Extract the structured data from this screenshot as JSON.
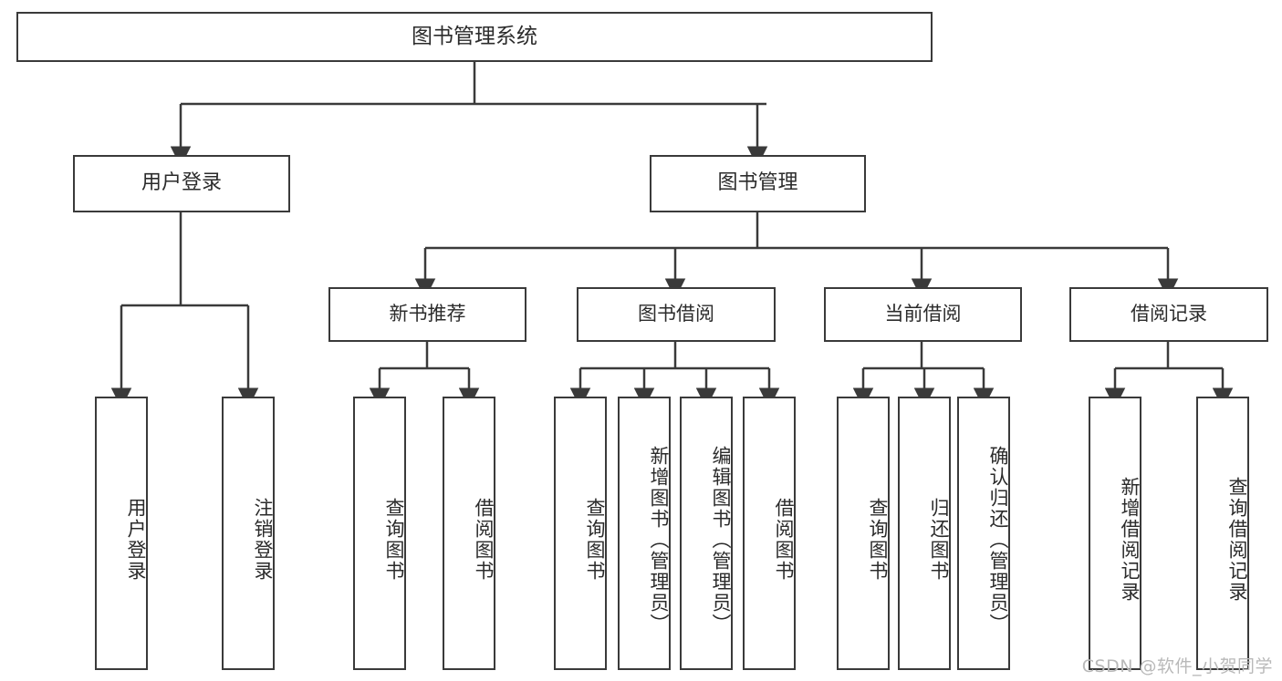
{
  "diagram": {
    "type": "tree",
    "title": "图书管理系统",
    "root": {
      "label": "图书管理系统"
    },
    "level2": [
      {
        "label": "用户登录"
      },
      {
        "label": "图书管理"
      }
    ],
    "level3": [
      {
        "label": "新书推荐"
      },
      {
        "label": "图书借阅"
      },
      {
        "label": "当前借阅"
      },
      {
        "label": "借阅记录"
      }
    ],
    "leaves": {
      "user_login": [
        {
          "label": "用户登录"
        },
        {
          "label": "注销登录"
        }
      ],
      "new_book_recommend": [
        {
          "label": "查询图书"
        },
        {
          "label": "借阅图书"
        }
      ],
      "book_borrow": [
        {
          "label": "查询图书"
        },
        {
          "label": "新增图书（管理员）"
        },
        {
          "label": "编辑图书（管理员）"
        },
        {
          "label": "借阅图书"
        }
      ],
      "current_borrow": [
        {
          "label": "查询图书"
        },
        {
          "label": "归还图书"
        },
        {
          "label": "确认归还（管理员）"
        }
      ],
      "borrow_record": [
        {
          "label": "新增借阅记录"
        },
        {
          "label": "查询借阅记录"
        }
      ]
    }
  },
  "watermark": {
    "text": "CSDN @软件_小贺同学"
  },
  "colors": {
    "stroke": "#3a3a3a",
    "background": "#ffffff",
    "text": "#2b2b2b",
    "watermark": "#b9b9b9"
  }
}
